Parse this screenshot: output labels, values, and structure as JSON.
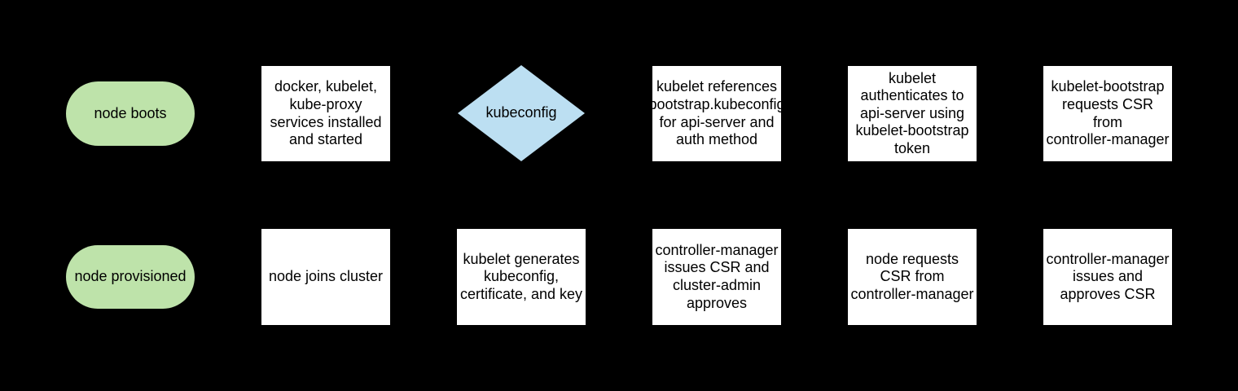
{
  "canvas": {
    "background": "#000000"
  },
  "colors": {
    "terminal_fill": "#bee3aa",
    "decision_fill": "#bcdff2",
    "process_fill": "#ffffff",
    "text": "#000000"
  },
  "nodes": {
    "node_boots": "node boots",
    "services_installed": "docker, kubelet,\nkube-proxy\nservices installed\nand started",
    "kubeconfig_decision": "kubeconfig",
    "kubelet_references": "kubelet references\nbootstrap.kubeconfig\nfor api-server and\nauth method",
    "kubelet_authenticates": "kubelet\nauthenticates to\napi-server using\nkubelet-bootstrap\ntoken",
    "bootstrap_requests_csr": "kubelet-bootstrap\nrequests CSR\nfrom\ncontroller-manager",
    "node_provisioned": "node provisioned",
    "node_joins_cluster": "node joins cluster",
    "kubelet_generates": "kubelet generates\nkubeconfig,\ncertificate, and key",
    "cm_issues_csr_admin_approves": "controller-manager\nissues CSR and\ncluster-admin\napproves",
    "node_requests_csr": "node requests\nCSR from\ncontroller-manager",
    "cm_issues_and_approves": "controller-manager\nissues and\napproves CSR"
  }
}
